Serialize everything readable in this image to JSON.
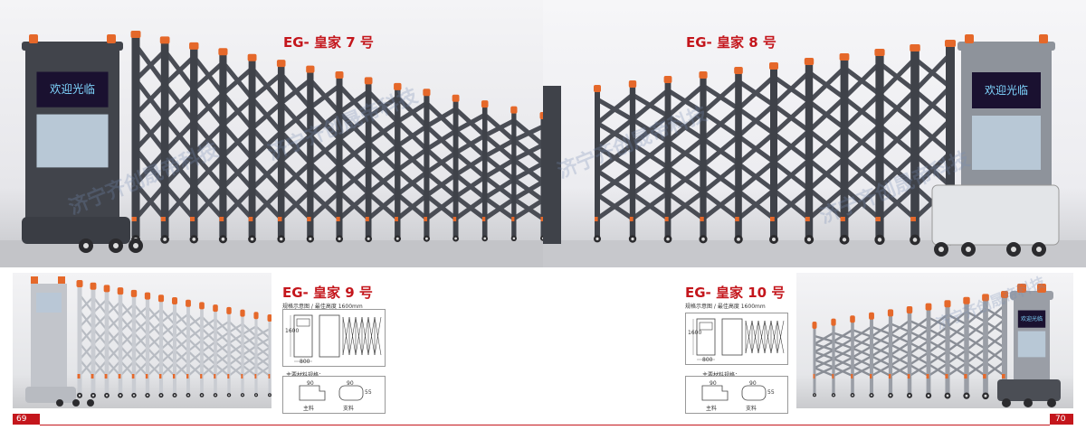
{
  "products": {
    "p7": {
      "title": "EG- 皇家 7 号",
      "led": "欢迎光临"
    },
    "p8": {
      "title": "EG- 皇家 8 号",
      "led": "欢迎光临"
    },
    "p9": {
      "title": "EG- 皇家 9 号",
      "spec_caption": "规格示意图 / 最佳高度 1600mm",
      "dim_height": "1600",
      "dim_width": "800",
      "section_caption": "主要材料规格：",
      "dim_a": "90",
      "dim_b": "55",
      "dim_c": "90",
      "label_main": "主料",
      "label_sub": "支料"
    },
    "p10": {
      "title": "EG- 皇家 10 号",
      "spec_caption": "规格示意图 / 最佳高度 1600mm",
      "dim_height": "1600",
      "dim_width": "800",
      "section_caption": "主要材料规格：",
      "dim_a": "90",
      "dim_b": "55",
      "dim_c": "90",
      "label_main": "主料",
      "label_sub": "支料"
    }
  },
  "watermark": "济宁齐创晟帝科技",
  "pages": {
    "left": "69",
    "right": "70"
  },
  "colors": {
    "accent": "#c4161c",
    "gate_dark": "#3d4047",
    "gate_silver": "#c9ccd2",
    "cap_orange": "#e5682a"
  }
}
